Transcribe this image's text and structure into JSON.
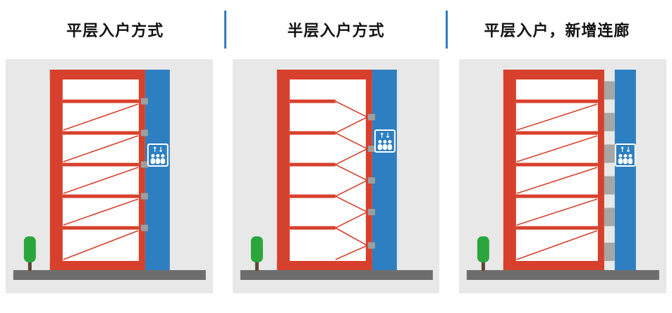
{
  "panels": [
    {
      "title": "平层入户方式"
    },
    {
      "title": "半层入户方式"
    },
    {
      "title": "平层入户，新增连廊"
    }
  ],
  "elevator_icon": {
    "arrows": "↑↓",
    "persons": 3
  },
  "colors": {
    "building_red": "#d7402c",
    "shaft_blue": "#2d7fc1",
    "divider_blue": "#2d7fc1",
    "panel_background": "#e8e8e8",
    "ground_gray": "#6e6e6e",
    "corridor_gray": "#a6a6a6",
    "door_mark_gray": "#9e9e9e",
    "tree_green": "#2aa63d",
    "tree_trunk_brown": "#5c4632",
    "title_text": "#111111"
  }
}
